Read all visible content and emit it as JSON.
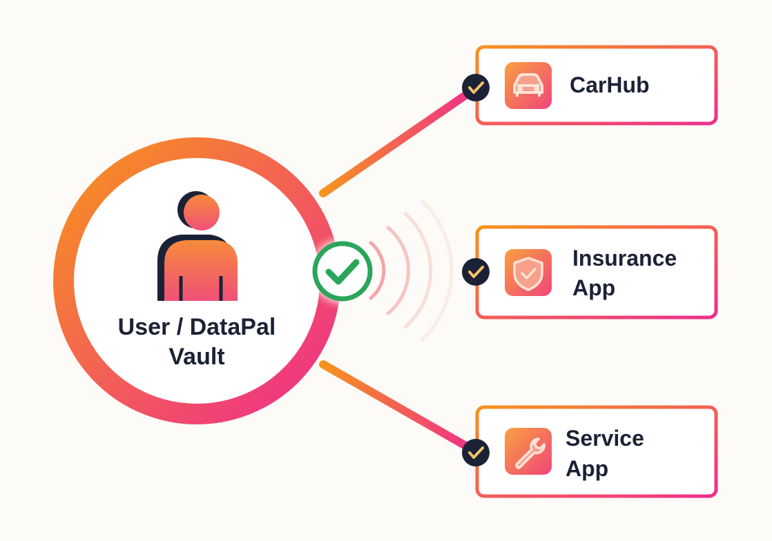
{
  "hub": {
    "label_line1": "User / DataPal",
    "label_line2": "Vault",
    "icon": "user-icon",
    "status_icon": "check-icon"
  },
  "services": [
    {
      "lines": [
        "CarHub"
      ],
      "icon": "car-icon",
      "status_icon": "check-icon"
    },
    {
      "lines": [
        "Insurance",
        "App"
      ],
      "icon": "shield-check-icon",
      "status_icon": "check-icon"
    },
    {
      "lines": [
        "Service",
        "App"
      ],
      "icon": "wrench-icon",
      "status_icon": "check-icon"
    }
  ],
  "colors": {
    "gradient_start": "#f7931e",
    "gradient_end": "#ee2d8c",
    "text": "#1b2236",
    "check_green": "#2aa55a",
    "dark_badge": "#1b2236",
    "badge_check": "#f5c26b",
    "background": "#fcfbf7"
  }
}
